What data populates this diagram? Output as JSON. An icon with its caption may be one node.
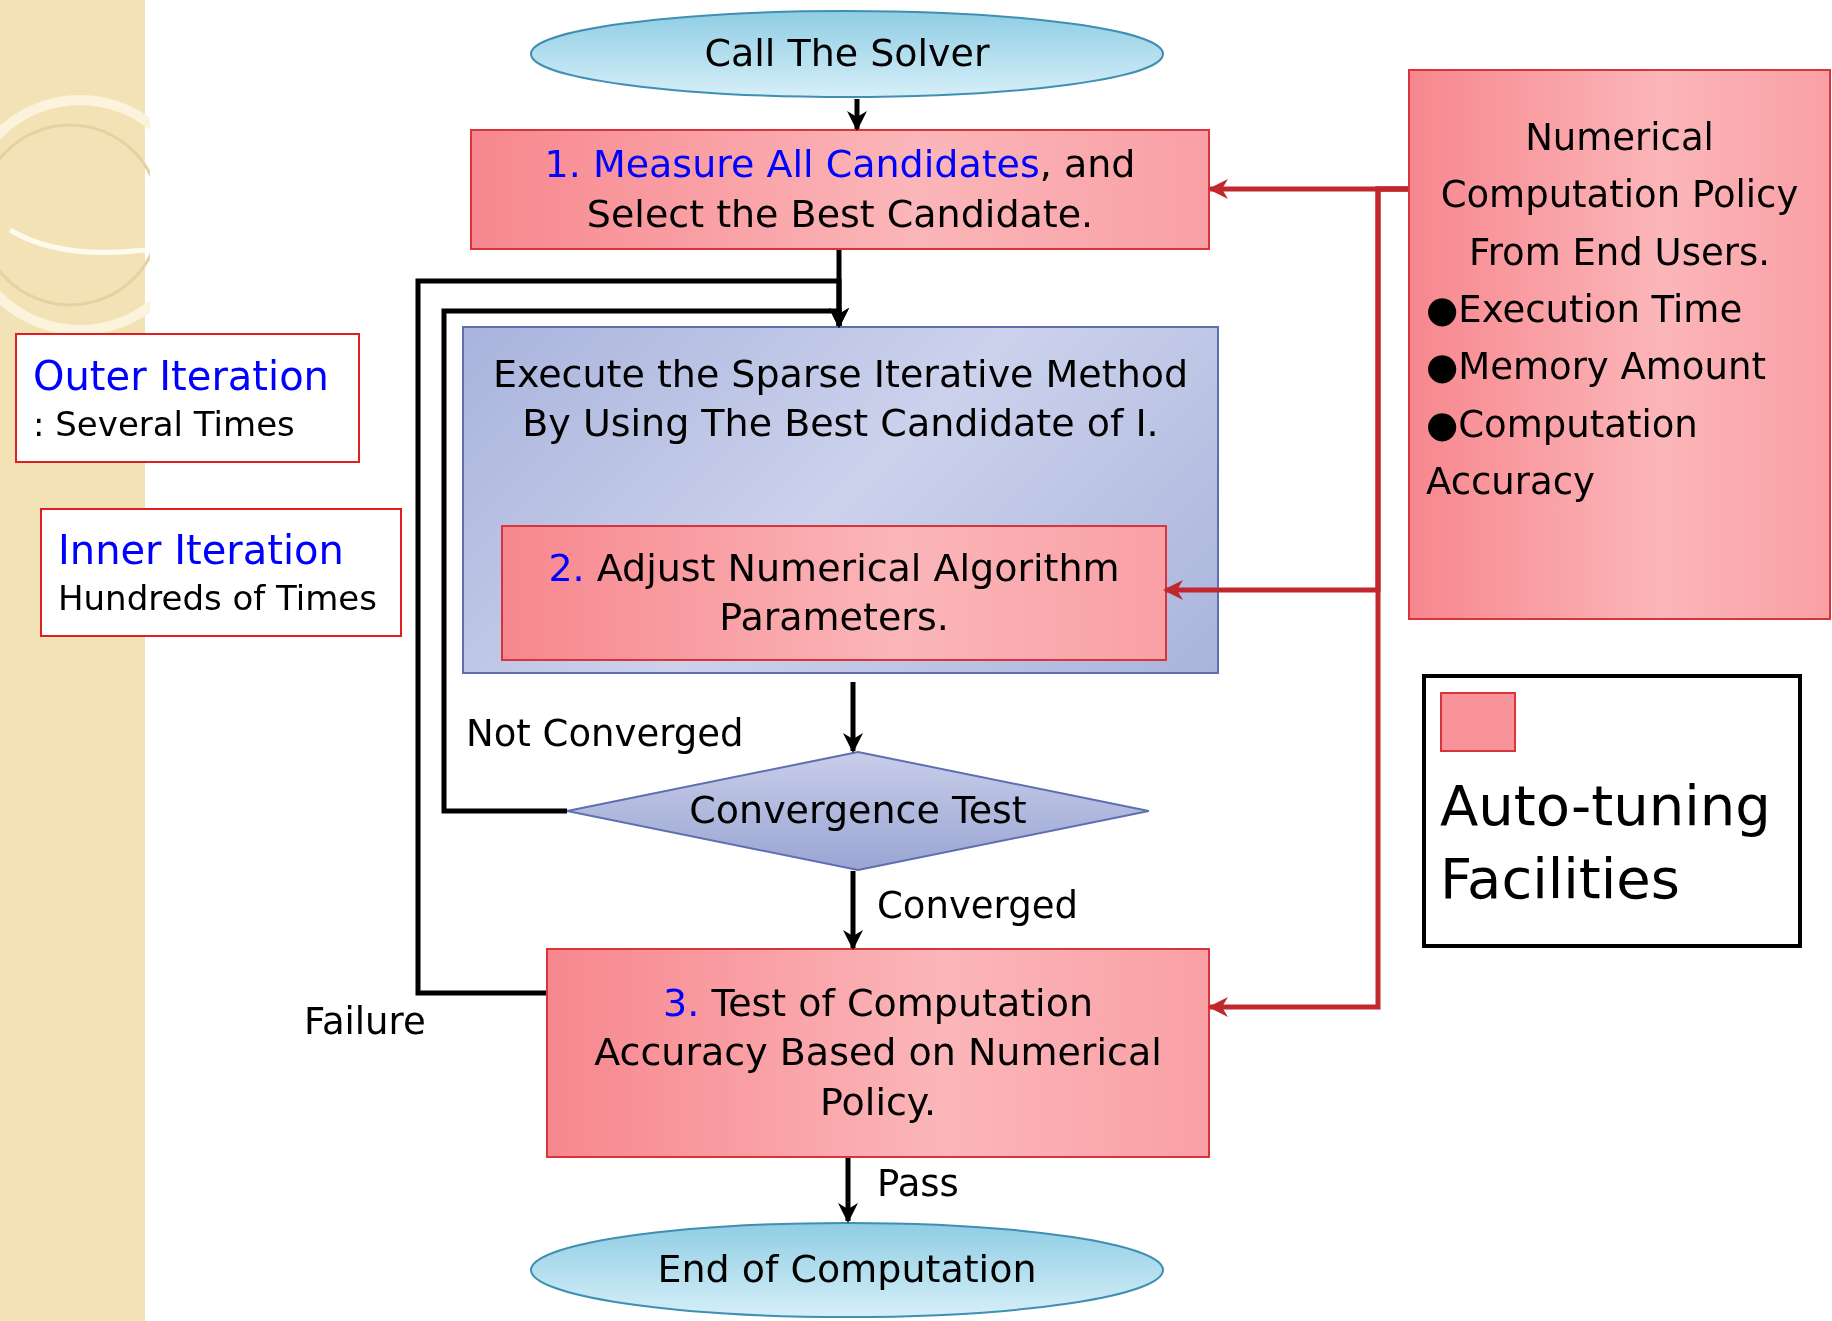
{
  "diagram": {
    "nodes": [
      {
        "text": [
          "Call The Solver"
        ]
      },
      {
        "text": [
          "1. Measure All Candidates",
          ", and Select the Best Candidate."
        ]
      },
      {
        "text": [
          "Execute the Sparse Iterative Method By Using The Best Candidate of I."
        ]
      },
      {
        "text": [
          "2.",
          "Adjust Numerical Algorithm Parameters."
        ],
        "in": 2
      },
      {
        "text": [
          "Convergence Test"
        ]
      },
      {
        "text": [
          "3.",
          "Test of Computation Accuracy Based on Numerical Policy."
        ]
      },
      {
        "text": [
          "End of Computation"
        ]
      },
      {
        "text": [
          "Numerical Computation Policy From End Users.",
          "●Execution Time",
          "●Memory Amount",
          "●Computation Accuracy"
        ]
      },
      {
        "text": [
          "Outer Iteration",
          ": Several Times"
        ]
      },
      {
        "text": [
          "Inner Iteration",
          "Hundreds of Times"
        ]
      }
    ],
    "edges": [
      {
        "from": 0,
        "to": 1,
        "arrow": "to"
      },
      {
        "from": 1,
        "to": 2,
        "arrow": "to"
      },
      {
        "from": 2,
        "to": 4,
        "arrow": "to"
      },
      {
        "from": 4,
        "to": 2,
        "arrow": "to",
        "label": "Not Converged"
      },
      {
        "from": 4,
        "to": 5,
        "arrow": "to",
        "label": "Converged"
      },
      {
        "from": 5,
        "to": 2,
        "arrow": "to",
        "label": "Failure"
      },
      {
        "from": 5,
        "to": 6,
        "arrow": "to",
        "label": "Pass"
      },
      {
        "from": 7,
        "to": 1,
        "arrow": "to",
        "color": "#c0282e"
      },
      {
        "from": 7,
        "to": 3,
        "arrow": "to",
        "color": "#c0282e"
      },
      {
        "from": 7,
        "to": 5,
        "arrow": "to",
        "color": "#c0282e"
      }
    ],
    "legend": [
      {
        "text": "Auto-tuning Facilities",
        "color": "#f8939a"
      }
    ]
  }
}
